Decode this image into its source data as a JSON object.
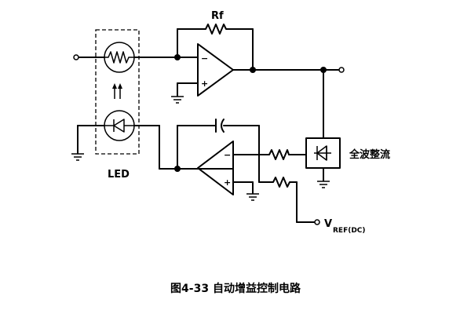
{
  "labels": {
    "rf": "Rf",
    "led": "LED",
    "rectifier": "全波整流",
    "vref_main": "V",
    "vref_sub": "REF(DC)",
    "caption": "图4-33  自动增益控制电路"
  }
}
